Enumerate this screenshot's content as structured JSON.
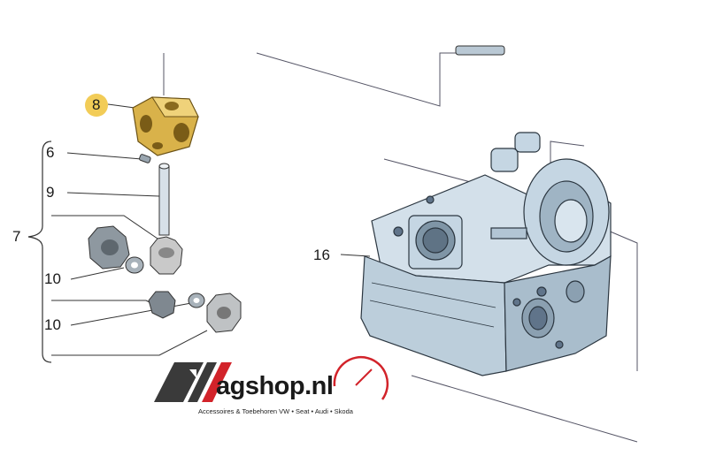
{
  "callouts": {
    "c8": "8",
    "c6": "6",
    "c9": "9",
    "c7": "7",
    "c10a": "10",
    "c10b": "10",
    "c16": "16"
  },
  "logo": {
    "brand": "agshop.nl",
    "tagline": "Accessoires & Toebehoren VW • Seat • Audi • Skoda"
  },
  "colors": {
    "highlight": "#f2cc57",
    "part_fill": "#c5d6e3",
    "part_line": "#2b3640",
    "logo_dark": "#3a3a3a",
    "logo_red": "#d2232a"
  }
}
